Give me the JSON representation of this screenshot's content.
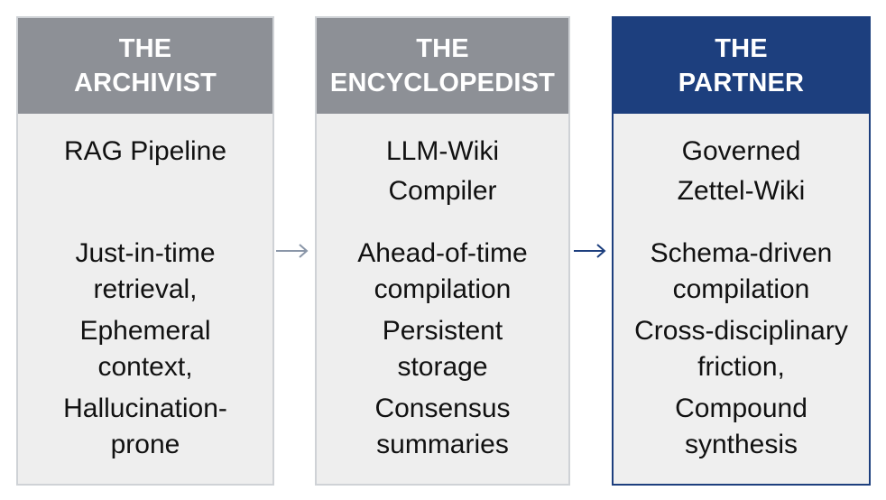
{
  "columns": [
    {
      "header": [
        "THE",
        "ARCHIVIST"
      ],
      "title": [
        "RAG Pipeline"
      ],
      "items": [
        [
          "Just-in-time",
          "retrieval,"
        ],
        [
          "Ephemeral",
          "context,"
        ],
        [
          "Hallucination-",
          "prone"
        ]
      ]
    },
    {
      "header": [
        "THE",
        "ENCYCLOPEDIST"
      ],
      "title": [
        "LLM-Wiki",
        "Compiler"
      ],
      "items": [
        [
          "Ahead-of-time",
          "compilation"
        ],
        [
          "Persistent",
          "storage"
        ],
        [
          "Consensus",
          "summaries"
        ]
      ]
    },
    {
      "header": [
        "THE",
        "PARTNER"
      ],
      "title": [
        "Governed",
        "Zettel-Wiki"
      ],
      "items": [
        [
          "Schema-driven",
          "compilation"
        ],
        [
          "Cross-disciplinary",
          "friction,"
        ],
        [
          "Compound",
          "synthesis"
        ]
      ]
    }
  ],
  "colors": {
    "header_gray": "#8d9096",
    "header_accent": "#1d3f7e",
    "panel_bg": "#eeeeee",
    "arrow_light": "#8a96a8",
    "arrow_dark": "#1d3f7e"
  },
  "icons": {
    "arrow_1": "arrow-right-icon",
    "arrow_2": "arrow-right-icon"
  }
}
